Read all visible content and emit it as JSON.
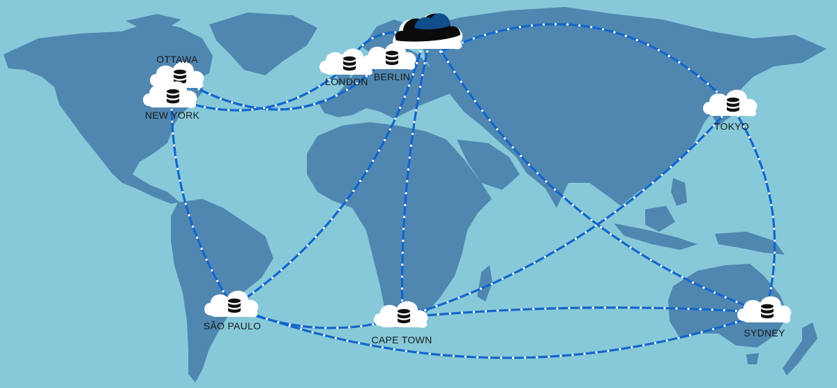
{
  "diagram": {
    "hub": {
      "id": "hub",
      "kind": "primary-cloud",
      "label": ""
    },
    "cities": [
      {
        "id": "ottawa",
        "label": "OTTAWA"
      },
      {
        "id": "newyork",
        "label": "NEW YORK"
      },
      {
        "id": "london",
        "label": "LONDON"
      },
      {
        "id": "berlin",
        "label": "BERLIN"
      },
      {
        "id": "tokyo",
        "label": "TOKYO"
      },
      {
        "id": "saopaulo",
        "label": "SÃO PAULO"
      },
      {
        "id": "capetown",
        "label": "CAPE TOWN"
      },
      {
        "id": "sydney",
        "label": "SYDNEY"
      }
    ],
    "links": [
      [
        "hub",
        "ottawa"
      ],
      [
        "hub",
        "london"
      ],
      [
        "hub",
        "berlin"
      ],
      [
        "hub",
        "tokyo"
      ],
      [
        "hub",
        "capetown"
      ],
      [
        "hub",
        "saopaulo"
      ],
      [
        "hub",
        "sydney"
      ],
      [
        "london",
        "newyork"
      ],
      [
        "newyork",
        "saopaulo"
      ],
      [
        "saopaulo",
        "capetown"
      ],
      [
        "saopaulo",
        "sydney"
      ],
      [
        "capetown",
        "tokyo"
      ],
      [
        "capetown",
        "sydney"
      ],
      [
        "tokyo",
        "sydney"
      ]
    ],
    "colors": {
      "ocean": "#87c9d9",
      "land": "#4f87b0",
      "link": "#1266cc",
      "link_dots": "#ffffff",
      "cloud": "#ffffff",
      "database_icon": "#111111",
      "hub_top": "#0f4d8c",
      "hub_band": "#0b0b0b"
    }
  }
}
